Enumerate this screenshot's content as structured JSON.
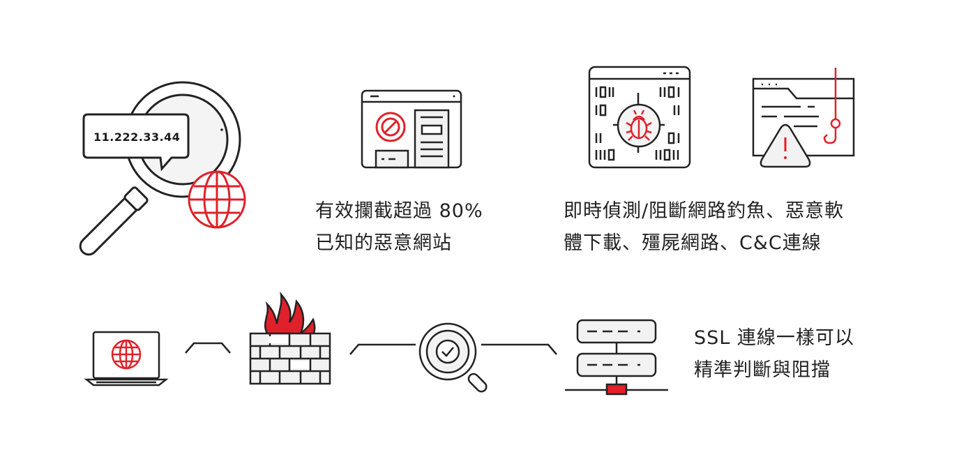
{
  "colors": {
    "accent": "#e0202a",
    "stroke": "#222222",
    "fill_light": "#f2f2f2"
  },
  "lookup": {
    "ip_address": "11.222.33.44",
    "icons": [
      "magnifier-icon",
      "speech-bubble-icon",
      "globe-icon"
    ]
  },
  "block_sites": {
    "caption_line1": "有效攔截超過 80%",
    "caption_line2": "已知的惡意網站",
    "icons": [
      "browser-window-icon",
      "prohibited-icon"
    ]
  },
  "realtime_detect": {
    "caption_line1": "即時偵測/阻斷網路釣魚、惡意軟",
    "caption_line2": "體下載、殭屍網路、C&C連線",
    "icons": [
      "binary-bug-window-icon",
      "bug-icon",
      "phishing-hook-folder-icon",
      "warning-icon"
    ]
  },
  "ssl_inspect": {
    "caption_line1": "SSL 連線一樣可以",
    "caption_line2": "精準判斷與阻擋",
    "icons": [
      "laptop-icon",
      "firewall-icon",
      "inspection-magnifier-icon",
      "server-icon"
    ]
  }
}
